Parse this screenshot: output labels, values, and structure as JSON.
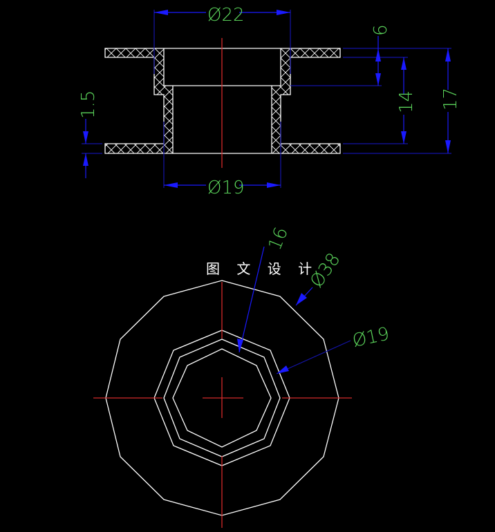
{
  "drawing": {
    "title_label": "图 文 设 计",
    "background": "#000000",
    "colors": {
      "part_outline": "#ffffff",
      "centerline": "#d42a2a",
      "dimension_line": "#1a1aff",
      "dimension_text": "#5ad25a"
    },
    "section_view": {
      "dimensions": {
        "top_diameter": "Ø22",
        "bottom_diameter": "Ø19",
        "step_depth": "6",
        "inner_height": "14",
        "overall_height": "17",
        "flange_thickness": "1.5"
      }
    },
    "plan_view": {
      "dimensions": {
        "wall_width": "16",
        "outer_diameter": "Ø38",
        "inner_diameter": "Ø19"
      }
    }
  }
}
